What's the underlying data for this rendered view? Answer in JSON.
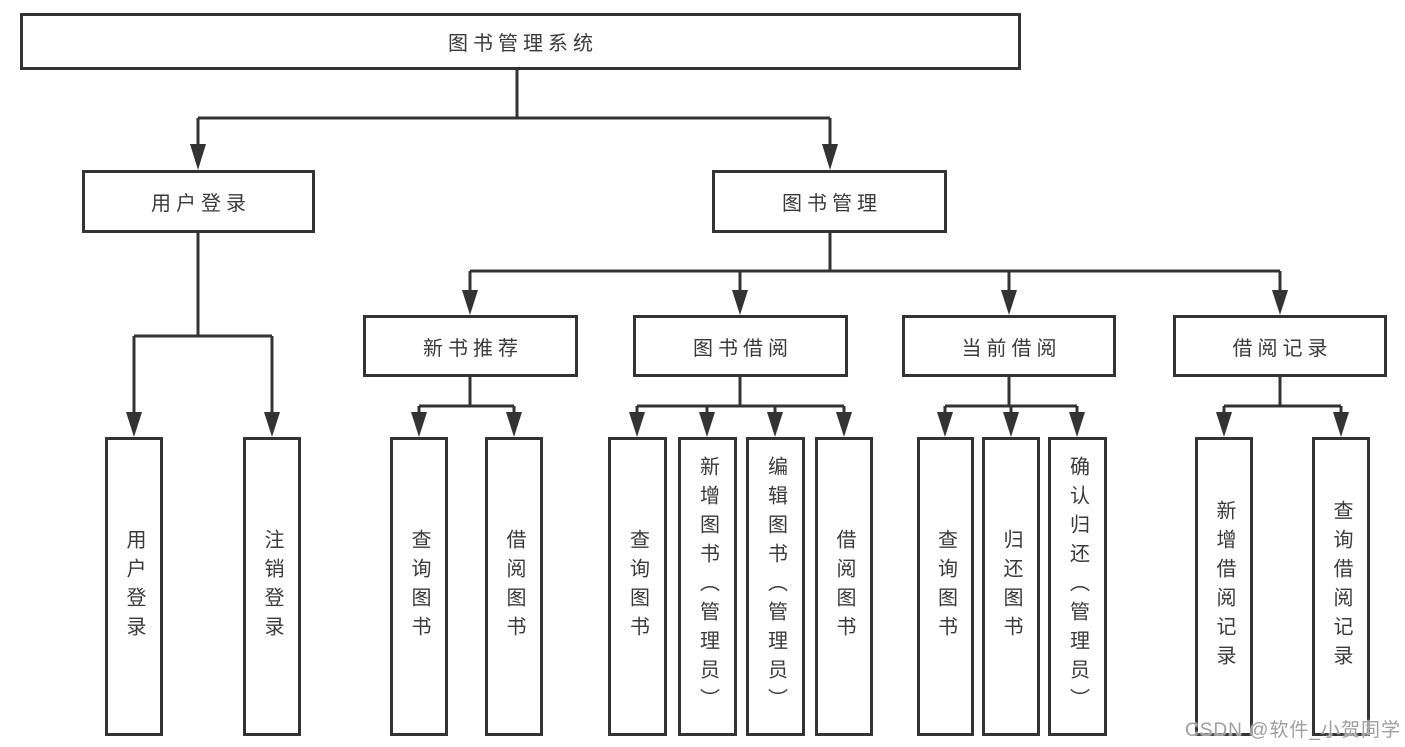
{
  "tree": {
    "root": "图书管理系统",
    "children": [
      {
        "label": "用户登录",
        "children": [
          "用户登录",
          "注销登录"
        ]
      },
      {
        "label": "图书管理",
        "children": [
          {
            "label": "新书推荐",
            "children": [
              "查询图书",
              "借阅图书"
            ]
          },
          {
            "label": "图书借阅",
            "children": [
              "查询图书",
              "新增图书（管理员）",
              "编辑图书（管理员）",
              "借阅图书"
            ]
          },
          {
            "label": "当前借阅",
            "children": [
              "查询图书",
              "归还图书",
              "确认归还（管理员）"
            ]
          },
          {
            "label": "借阅记录",
            "children": [
              "新增借阅记录",
              "查询借阅记录"
            ]
          }
        ]
      }
    ]
  },
  "watermark": {
    "text": "CSDN @软件_小贺同学"
  },
  "colors": {
    "line": "#333333",
    "box_border": "#333333",
    "box_fill": "#ffffff",
    "text": "#3a3a3a",
    "watermark": "#9e9e9e",
    "background": "#ffffff"
  }
}
